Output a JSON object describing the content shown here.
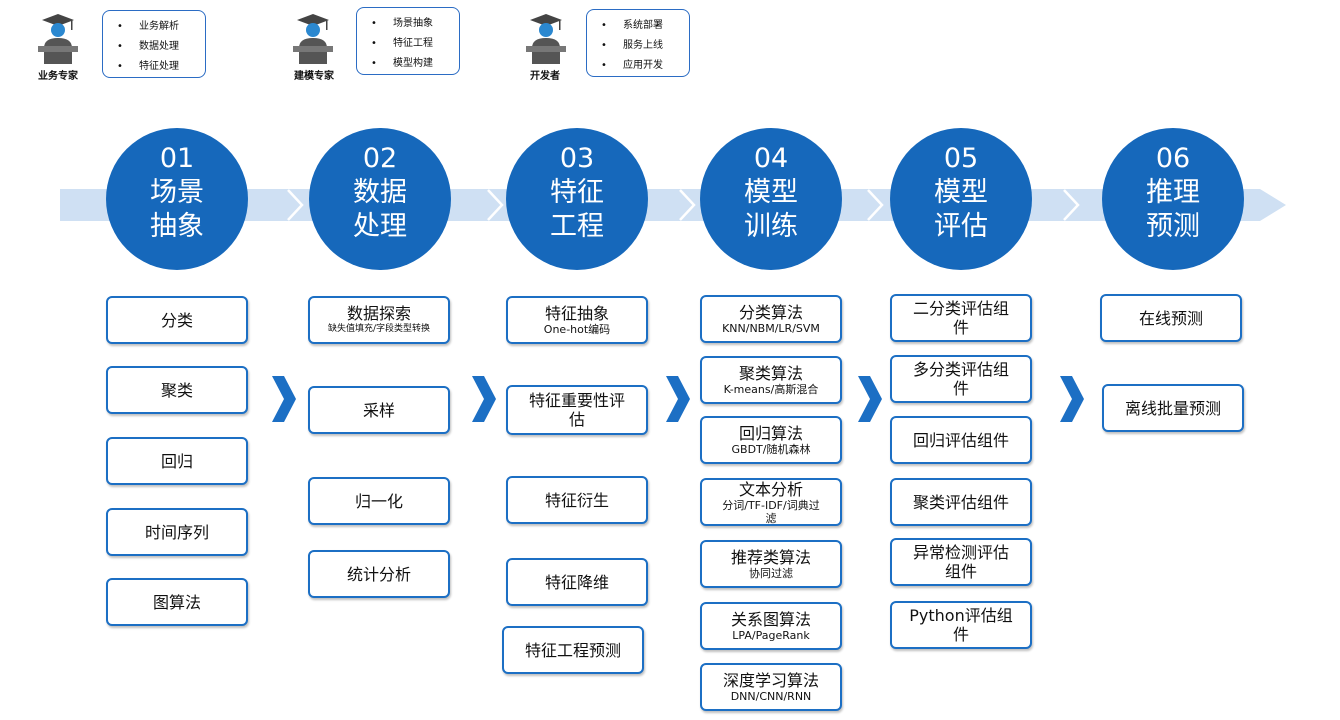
{
  "roles": [
    {
      "label": "业务专家",
      "items": [
        "业务解析",
        "数据处理",
        "特征处理"
      ]
    },
    {
      "label": "建模专家",
      "items": [
        "场景抽象",
        "特征工程",
        "模型构建"
      ]
    },
    {
      "label": "开发者",
      "items": [
        "系统部署",
        "服务上线",
        "应用开发"
      ]
    }
  ],
  "colors": {
    "primary": "#1668bb",
    "band": "#cfe0f3",
    "border": "#1c6fc4"
  },
  "steps": [
    {
      "num": "01",
      "name": "场景\n抽象"
    },
    {
      "num": "02",
      "name": "数据\n处理"
    },
    {
      "num": "03",
      "name": "特征\n工程"
    },
    {
      "num": "04",
      "name": "模型\n训练"
    },
    {
      "num": "05",
      "name": "模型\n评估"
    },
    {
      "num": "06",
      "name": "推理\n预测"
    }
  ],
  "columns": [
    {
      "boxes": [
        {
          "title": "分类"
        },
        {
          "title": "聚类"
        },
        {
          "title": "回归"
        },
        {
          "title": "时间序列"
        },
        {
          "title": "图算法"
        }
      ]
    },
    {
      "boxes": [
        {
          "title": "数据探索",
          "sub": "缺失值填充/字段类型转换"
        },
        {
          "title": "采样"
        },
        {
          "title": "归一化"
        },
        {
          "title": "统计分析"
        }
      ]
    },
    {
      "boxes": [
        {
          "title": "特征抽象",
          "sub": "One-hot编码"
        },
        {
          "title": "特征重要性评\n估"
        },
        {
          "title": "特征衍生"
        },
        {
          "title": "特征降维"
        },
        {
          "title": "特征工程预测"
        }
      ]
    },
    {
      "boxes": [
        {
          "title": "分类算法",
          "sub": "KNN/NBM/LR/SVM"
        },
        {
          "title": "聚类算法",
          "sub": "K-means/高斯混合"
        },
        {
          "title": "回归算法",
          "sub": "GBDT/随机森林"
        },
        {
          "title": "文本分析",
          "sub": "分词/TF-IDF/词典过\n滤"
        },
        {
          "title": "推荐类算法",
          "sub": "协同过滤"
        },
        {
          "title": "关系图算法",
          "sub": "LPA/PageRank"
        },
        {
          "title": "深度学习算法",
          "sub": "DNN/CNN/RNN"
        }
      ]
    },
    {
      "boxes": [
        {
          "title": "二分类评估组\n件"
        },
        {
          "title": "多分类评估组\n件"
        },
        {
          "title": "回归评估组件"
        },
        {
          "title": "聚类评估组件"
        },
        {
          "title": "异常检测评估\n组件"
        },
        {
          "title": "Python评估组\n件"
        }
      ]
    },
    {
      "boxes": [
        {
          "title": "在线预测"
        },
        {
          "title": "离线批量预测"
        }
      ]
    }
  ]
}
